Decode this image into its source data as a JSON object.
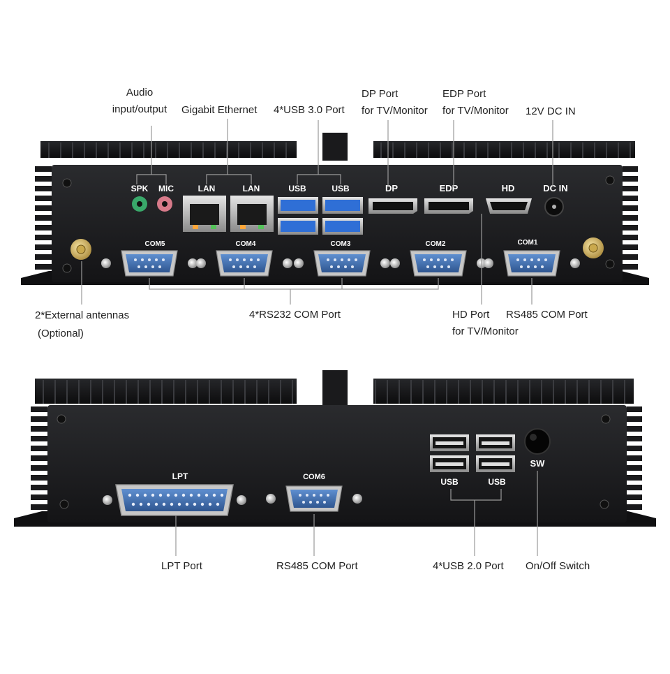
{
  "top_panel": {
    "port_labels": {
      "spk": "SPK",
      "mic": "MIC",
      "lan1": "LAN",
      "lan2": "LAN",
      "usb1": "USB",
      "usb2": "USB",
      "dp": "DP",
      "edp": "EDP",
      "hd": "HD",
      "dcin": "DC IN",
      "com5": "COM5",
      "com4": "COM4",
      "com3": "COM3",
      "com2": "COM2",
      "com1": "COM1"
    },
    "callouts": {
      "audio_line1": "Audio",
      "audio_line2": "input/output",
      "ethernet": "Gigabit Ethernet",
      "usb3": "4*USB 3.0 Port",
      "dp_line1": "DP Port",
      "dp_line2": "for TV/Monitor",
      "edp_line1": "EDP Port",
      "edp_line2": "for TV/Monitor",
      "dcin": "12V DC IN",
      "antenna_line1": "2*External antennas",
      "antenna_line2": "(Optional)",
      "rs232": "4*RS232 COM Port",
      "hd_line1": "HD Port",
      "hd_line2": "for TV/Monitor",
      "rs485": "RS485 COM Port"
    }
  },
  "bottom_panel": {
    "port_labels": {
      "lpt": "LPT",
      "com6": "COM6",
      "usb1": "USB",
      "usb2": "USB",
      "sw": "SW"
    },
    "callouts": {
      "lpt": "LPT Port",
      "rs485": "RS485 COM Port",
      "usb2": "4*USB 2.0 Port",
      "switch": "On/Off Switch"
    }
  },
  "colors": {
    "chassis": "#1c1c1e",
    "fins": "#0f0f10",
    "leader_line": "#9a9a9a",
    "port_blue": "#2f6fd6",
    "com_blue": "#3a5c86",
    "audio_green": "#39a86a",
    "audio_pink": "#d77a8a"
  }
}
